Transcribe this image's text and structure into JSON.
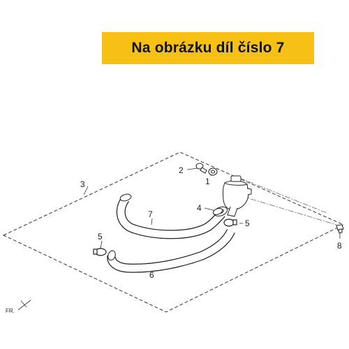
{
  "banner": {
    "text": "Na obrázku díl číslo 7",
    "color": "#f6c015"
  },
  "diagram": {
    "direction_label": "FR.",
    "callouts": {
      "part_1": "1",
      "part_2": "2",
      "part_3": "3",
      "part_4": "4",
      "part_5_upper": "5",
      "part_5_lower": "5",
      "part_6": "6",
      "part_7": "7",
      "part_8": "8"
    }
  }
}
